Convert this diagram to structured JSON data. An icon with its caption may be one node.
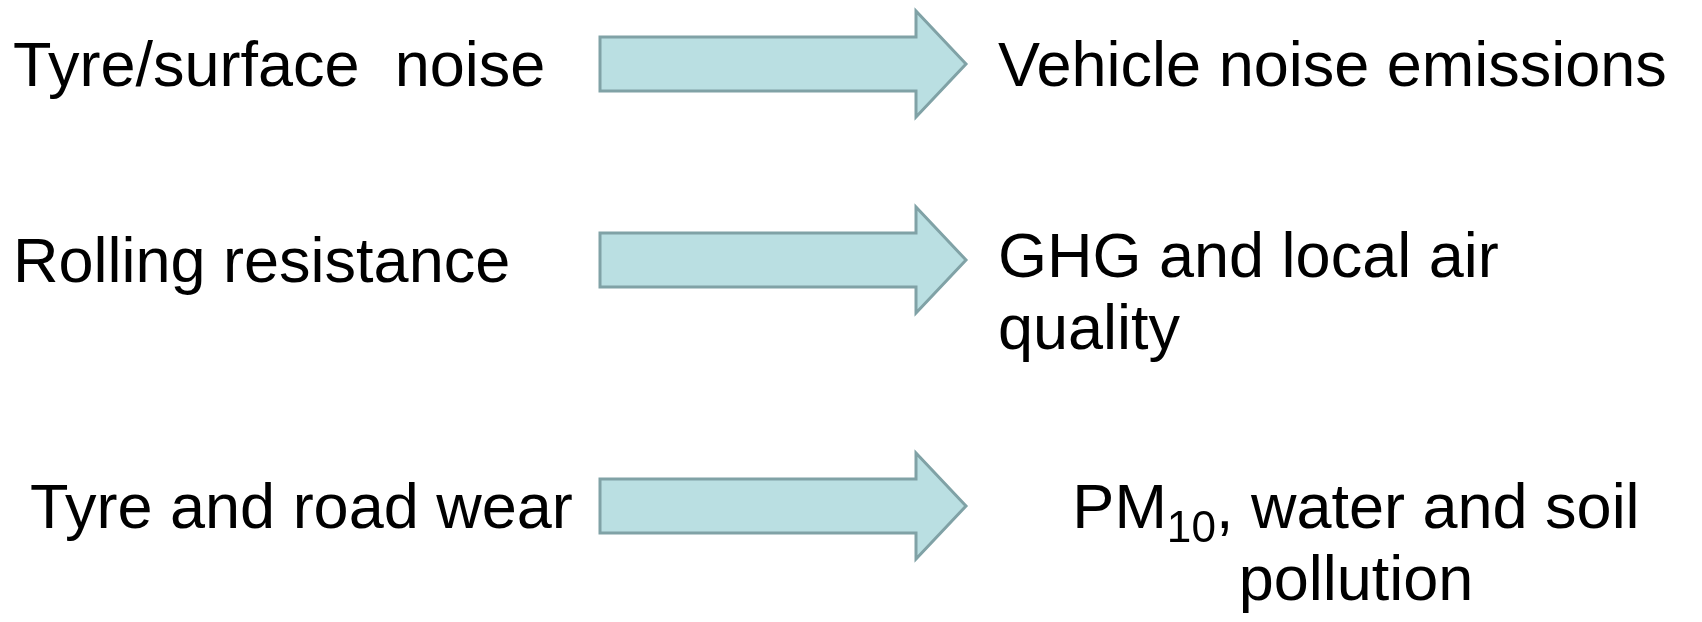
{
  "diagram": {
    "nodes": [
      {
        "text": [
          "Tyre/surface  noise"
        ]
      },
      {
        "text": [
          "Vehicle noise emissions"
        ]
      },
      {
        "text": [
          "Rolling resistance"
        ]
      },
      {
        "text": [
          "GHG and local air quality"
        ]
      },
      {
        "text": [
          "Tyre and road wear"
        ]
      },
      {
        "text": [
          "PM$_{10}$, water and soil pollution"
        ]
      }
    ],
    "edges": [
      {
        "from": 0,
        "to": 1,
        "arrow": "to"
      },
      {
        "from": 2,
        "to": 3,
        "arrow": "to"
      },
      {
        "from": 4,
        "to": 5,
        "arrow": "to"
      }
    ]
  }
}
